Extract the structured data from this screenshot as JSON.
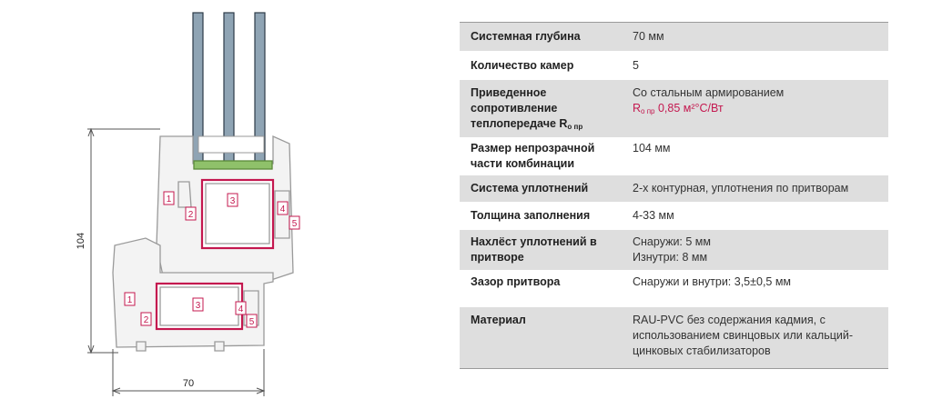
{
  "diagram": {
    "dim_height": "104",
    "dim_width": "70",
    "chambers_frame": [
      "1",
      "2",
      "3",
      "4",
      "5"
    ],
    "chambers_sash": [
      "1",
      "2",
      "3",
      "4",
      "5"
    ],
    "colors": {
      "profile": "#9a9a9a",
      "chamber_label": "#c4184f",
      "glass": "#8fa4b4",
      "seal": "#8fc16a",
      "reinforcement": "#c4184f"
    }
  },
  "spec": {
    "rows": [
      {
        "label": "Системная глубина",
        "value_lines": [
          "70 мм"
        ]
      },
      {
        "label": "Количество камер",
        "value_lines": [
          "5"
        ]
      },
      {
        "label_lines": [
          "Приведенное",
          "сопротивление"
        ],
        "label_last": "теплопередаче R",
        "label_sub": "о пр",
        "value_lines": [
          "Со стальным армированием"
        ],
        "value_accent_main": "R",
        "value_accent_sub": "о пр",
        "value_accent_rest": " 0,85 м²°С/Вт"
      },
      {
        "label_lines": [
          "Размер непрозрачной",
          "части комбинации"
        ],
        "value_lines": [
          "104 мм"
        ]
      },
      {
        "label": "Система уплотнений",
        "value_lines": [
          "2-х контурная, уплотнения по притворам"
        ]
      },
      {
        "label": "Толщина заполнения",
        "value_lines": [
          "4-33 мм"
        ]
      },
      {
        "label_lines": [
          "Нахлёст уплотнений в",
          "притворе"
        ],
        "value_lines": [
          "Снаружи: 5 мм",
          "Изнутри: 8 мм"
        ]
      },
      {
        "label": "Зазор притвора",
        "value_lines": [
          "Снаружи и внутри: 3,5±0,5 мм"
        ]
      },
      {
        "label": "Материал",
        "value_lines": [
          "RAU-PVC без содержания кадмия, с",
          "использованием свинцовых или кальций-",
          "цинковых стабилизаторов"
        ]
      }
    ]
  }
}
